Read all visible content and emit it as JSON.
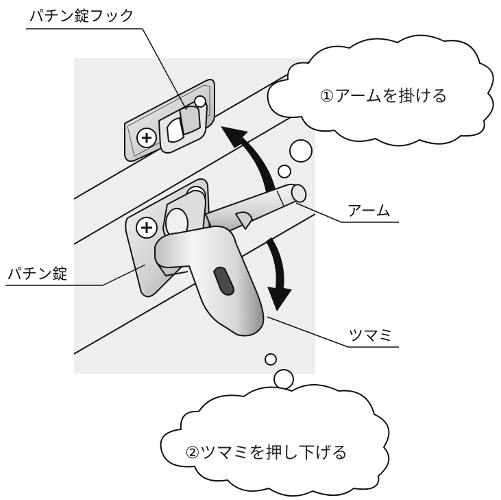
{
  "labels": {
    "hook": "パチン錠フック",
    "arm": "アーム",
    "latch": "パチン錠",
    "knob": "ツマミ"
  },
  "steps": {
    "step1": "①アームを掛ける",
    "step2": "②ツマミを押し下げる"
  },
  "colors": {
    "panel": "#eeeeee",
    "metal_light": "#f2f2f2",
    "metal_mid": "#c8c8c8",
    "metal_dark": "#8a8a8a",
    "line": "#111111",
    "arrow": "#111111"
  }
}
